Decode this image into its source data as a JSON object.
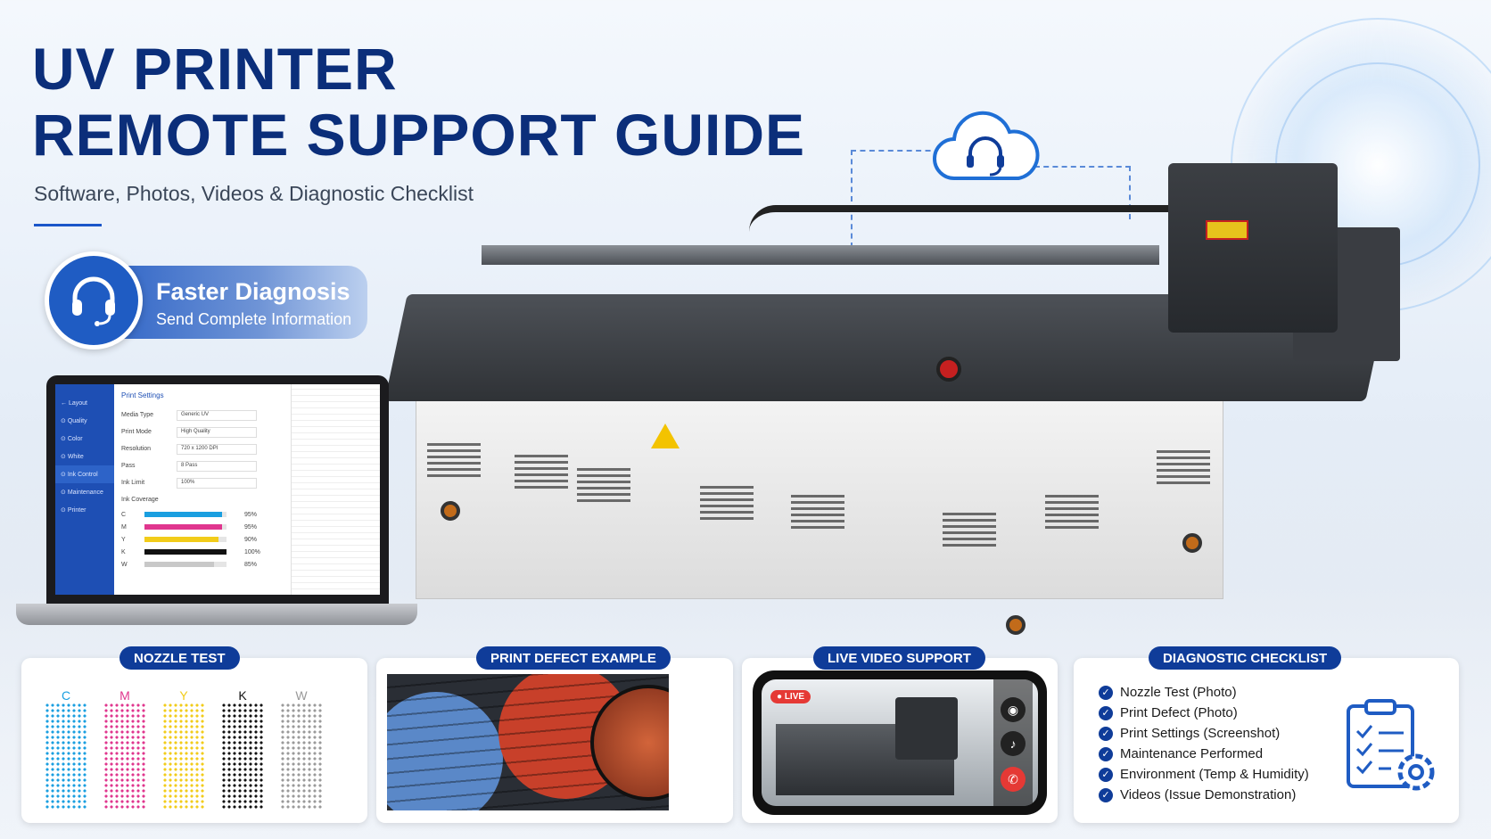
{
  "title_line1": "UV PRINTER",
  "title_line2": "REMOTE SUPPORT GUIDE",
  "subtitle": "Software, Photos, Videos & Diagnostic Checklist",
  "pill": {
    "title": "Faster Diagnosis",
    "subtitle": "Send Complete Information"
  },
  "laptop": {
    "back_label": "Layout",
    "sidebar": [
      "Quality",
      "Color",
      "White",
      "Ink Control",
      "Maintenance",
      "Printer"
    ],
    "settings_title": "Print Settings",
    "settings": [
      {
        "label": "Media Type",
        "value": "Generic UV"
      },
      {
        "label": "Print Mode",
        "value": "High Quality"
      },
      {
        "label": "Resolution",
        "value": "720 x 1200 DPI"
      },
      {
        "label": "Pass",
        "value": "8 Pass"
      },
      {
        "label": "Ink Limit",
        "value": "100%"
      }
    ],
    "coverage_title": "Ink Coverage",
    "coverage": [
      {
        "ch": "C",
        "pct": "95%",
        "frac": 0.95,
        "color": "#1a9fe0"
      },
      {
        "ch": "M",
        "pct": "95%",
        "frac": 0.95,
        "color": "#e0368e"
      },
      {
        "ch": "Y",
        "pct": "90%",
        "frac": 0.9,
        "color": "#f2cc1a"
      },
      {
        "ch": "K",
        "pct": "100%",
        "frac": 1.0,
        "color": "#111111"
      },
      {
        "ch": "W",
        "pct": "85%",
        "frac": 0.85,
        "color": "#c8c8c8"
      }
    ]
  },
  "cards": {
    "nozzle": {
      "label": "NOZZLE TEST",
      "channels": [
        {
          "name": "C",
          "color": "#1a9fe0"
        },
        {
          "name": "M",
          "color": "#e0368e"
        },
        {
          "name": "Y",
          "color": "#f2cc1a"
        },
        {
          "name": "K",
          "color": "#111111"
        },
        {
          "name": "W",
          "color": "#9a9a9a"
        }
      ]
    },
    "defect": {
      "label": "PRINT DEFECT EXAMPLE"
    },
    "video": {
      "label": "LIVE VIDEO SUPPORT",
      "live": "LIVE"
    },
    "checklist": {
      "label": "DIAGNOSTIC CHECKLIST",
      "items": [
        "Nozzle Test (Photo)",
        "Print Defect (Photo)",
        "Print Settings (Screenshot)",
        "Maintenance Performed",
        "Environment (Temp & Humidity)",
        "Videos (Issue Demonstration)"
      ]
    }
  },
  "colors": {
    "brand": "#0b2e7a",
    "accent": "#1f5cc3",
    "badge": "#0f3c99",
    "live": "#e53935"
  }
}
